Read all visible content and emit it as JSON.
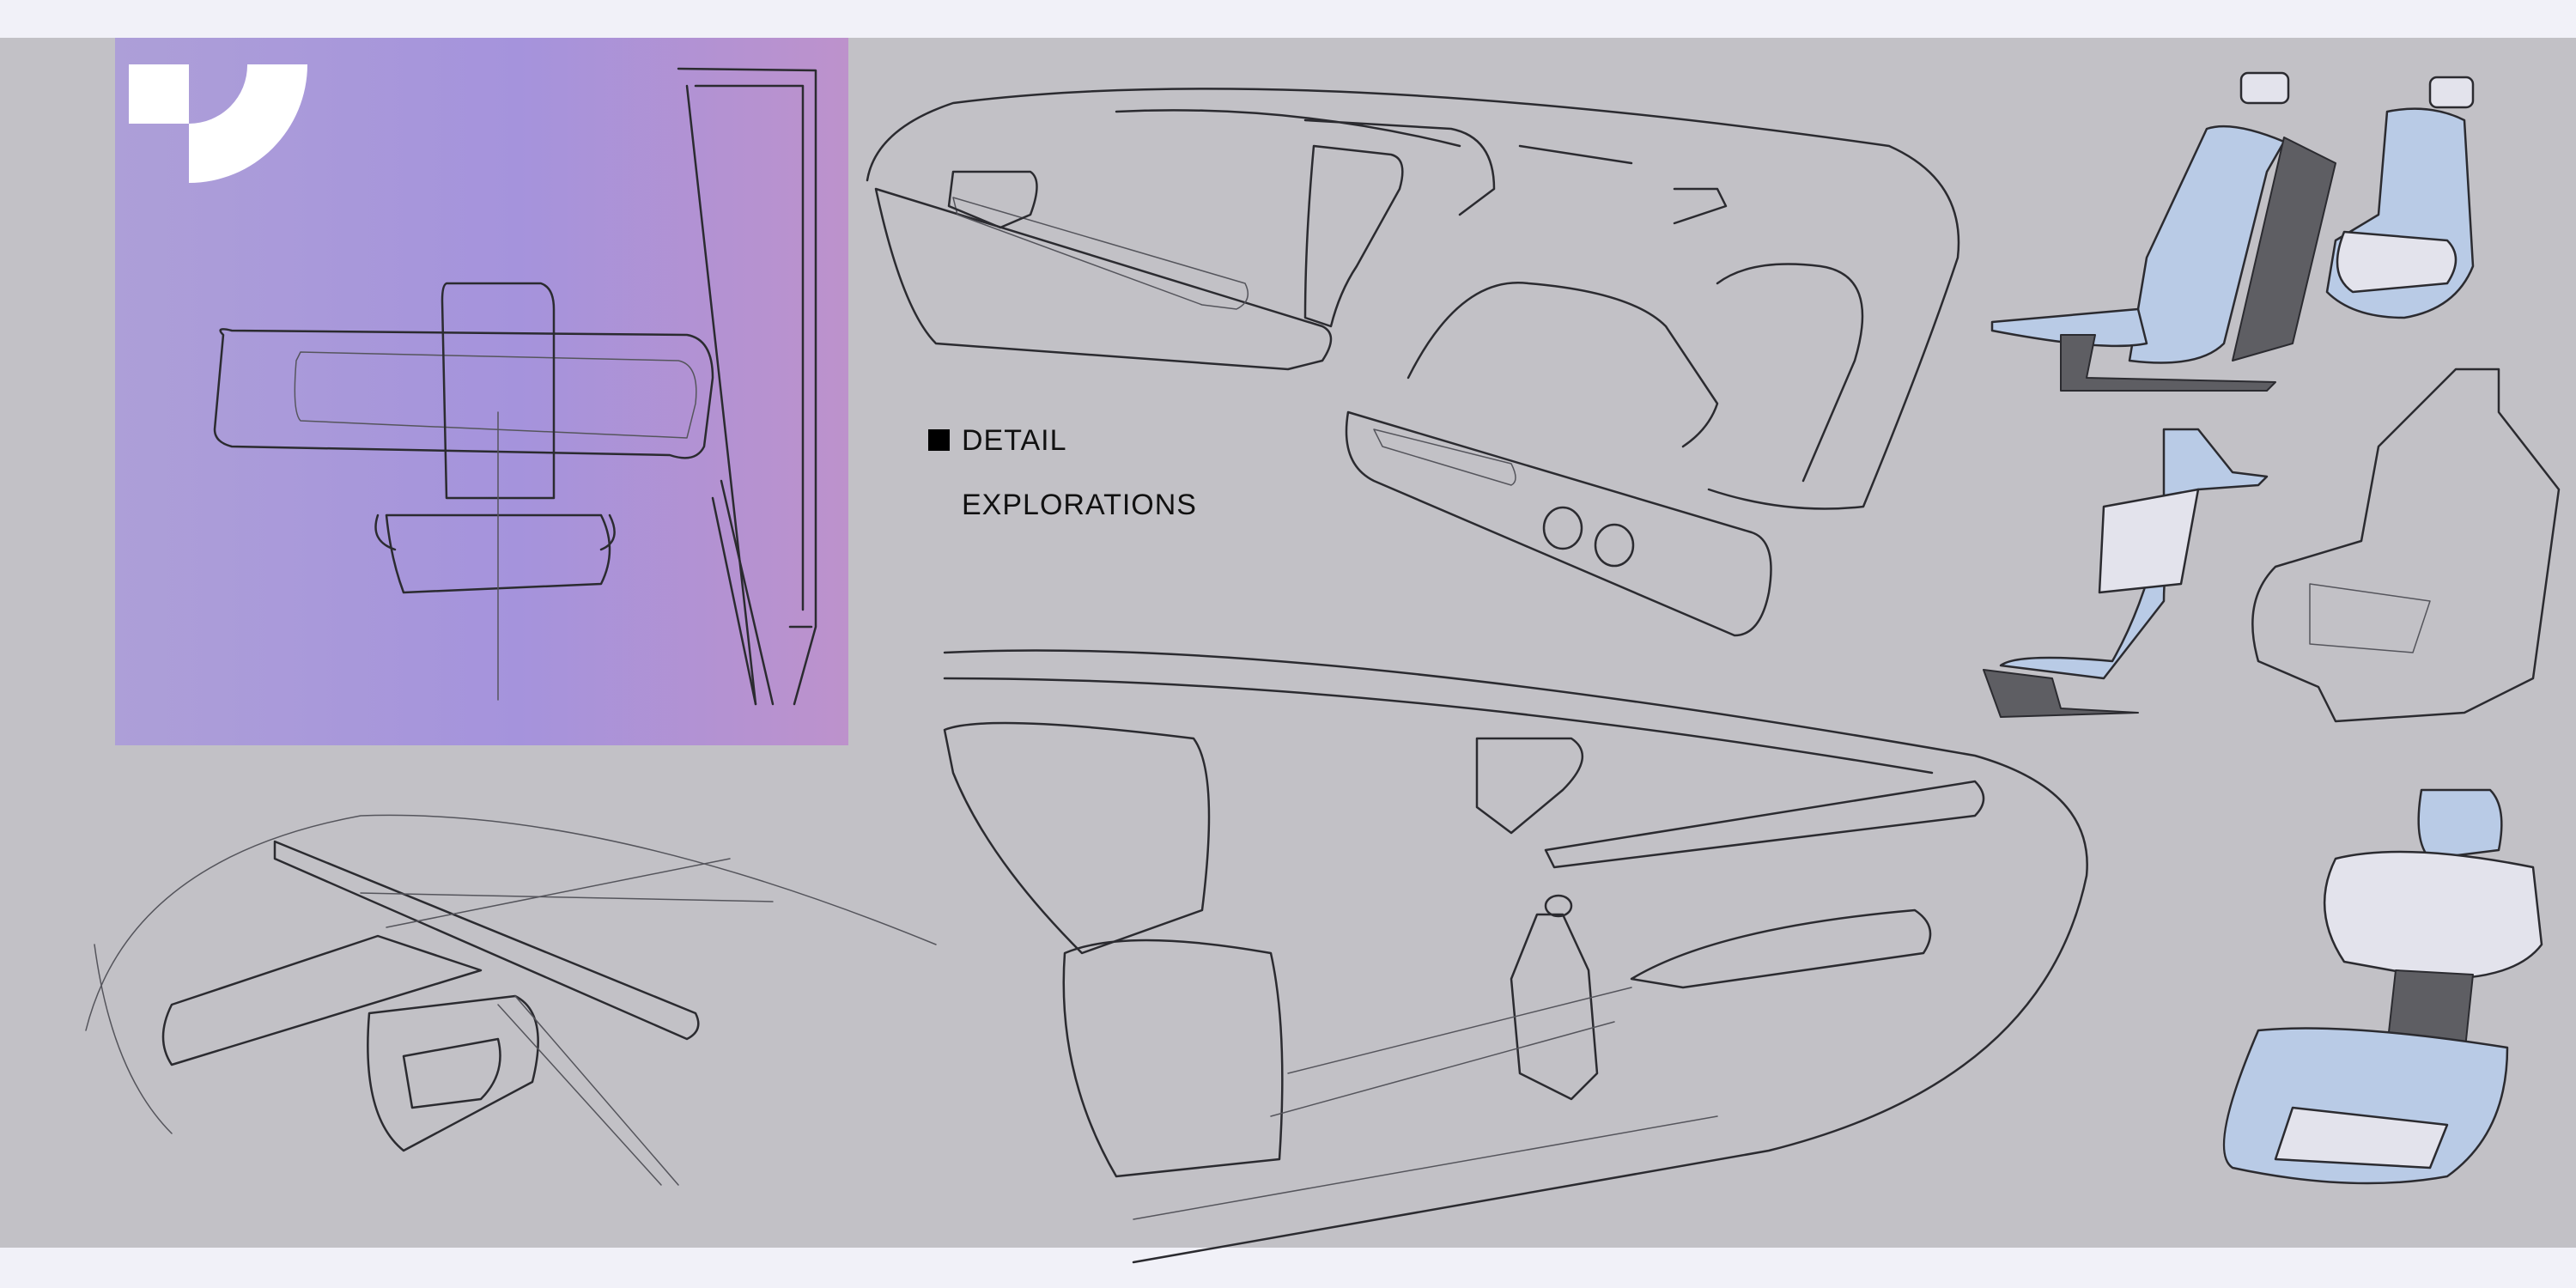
{
  "caption": {
    "line1": "DETAIL",
    "line2": "EXPLORATIONS"
  },
  "colors": {
    "background": "#c2c1c6",
    "panel_purple": "#a593dc",
    "seat_blue": "#b9cbe6",
    "frame": "#f1f1f8"
  },
  "icons": {
    "logo": "brand-logo-mark",
    "bullet": "square-bullet-icon"
  }
}
